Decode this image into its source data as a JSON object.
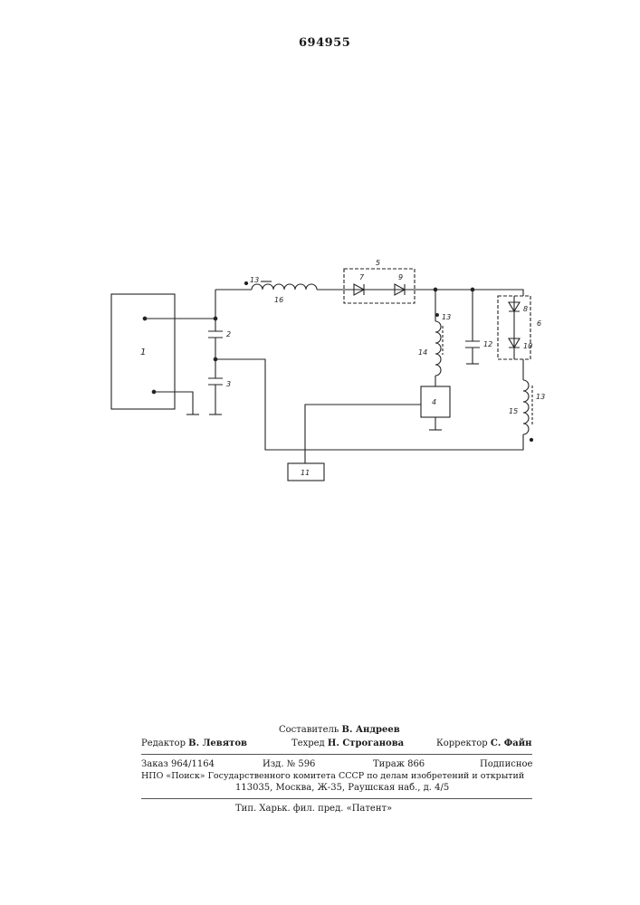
{
  "patent_number": "694955",
  "diagram": {
    "labels": {
      "block1": "1",
      "cap2": "2",
      "cap3": "3",
      "block4": "4",
      "block5": "5",
      "block6": "6",
      "diode7": "7",
      "diode8": "8",
      "diode9": "9",
      "diode10": "10",
      "block11": "11",
      "cap12": "12",
      "mark13_top": "13",
      "mark13_mid": "13",
      "mark13_right": "13",
      "coil14": "14",
      "coil15": "15",
      "coil16": "16"
    }
  },
  "colophon": {
    "compiler_prefix": "Составитель",
    "compiler_name": "В. Андреев",
    "editor_prefix": "Редактор",
    "editor_name": "В. Левятов",
    "techred_prefix": "Техред",
    "techred_name": "Н. Строганова",
    "corrector_prefix": "Корректор",
    "corrector_name": "С. Файн",
    "order": "Заказ 964/1164",
    "issue": "Изд. № 596",
    "circulation": "Тираж 866",
    "subscription": "Подписное",
    "org_line": "НПО «Поиск» Государственного комитета СССР по делам изобретений и открытий",
    "address": "113035, Москва, Ж-35, Раушская наб., д. 4/5",
    "printer": "Тип. Харьк. фил. пред. «Патент»"
  }
}
